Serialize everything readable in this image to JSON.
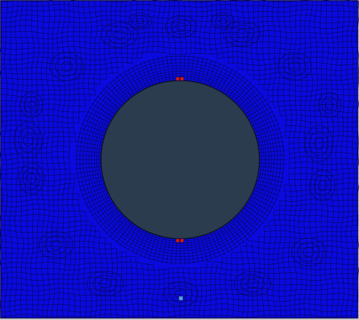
{
  "colors": {
    "background": "#c8c8c8",
    "mesh_fill": "#0a0adf",
    "mesh_line": "#07075e",
    "hole_fill": "#2b3c4f",
    "hole_edge": "#0b1120",
    "marker_red": "#e01a0a",
    "marker_light": "#5aa0d8"
  },
  "mesh": {
    "element_type": "quadrilateral",
    "features": [
      "hole-circular",
      "refined-ring-around-hole",
      "element-markers-red"
    ]
  }
}
